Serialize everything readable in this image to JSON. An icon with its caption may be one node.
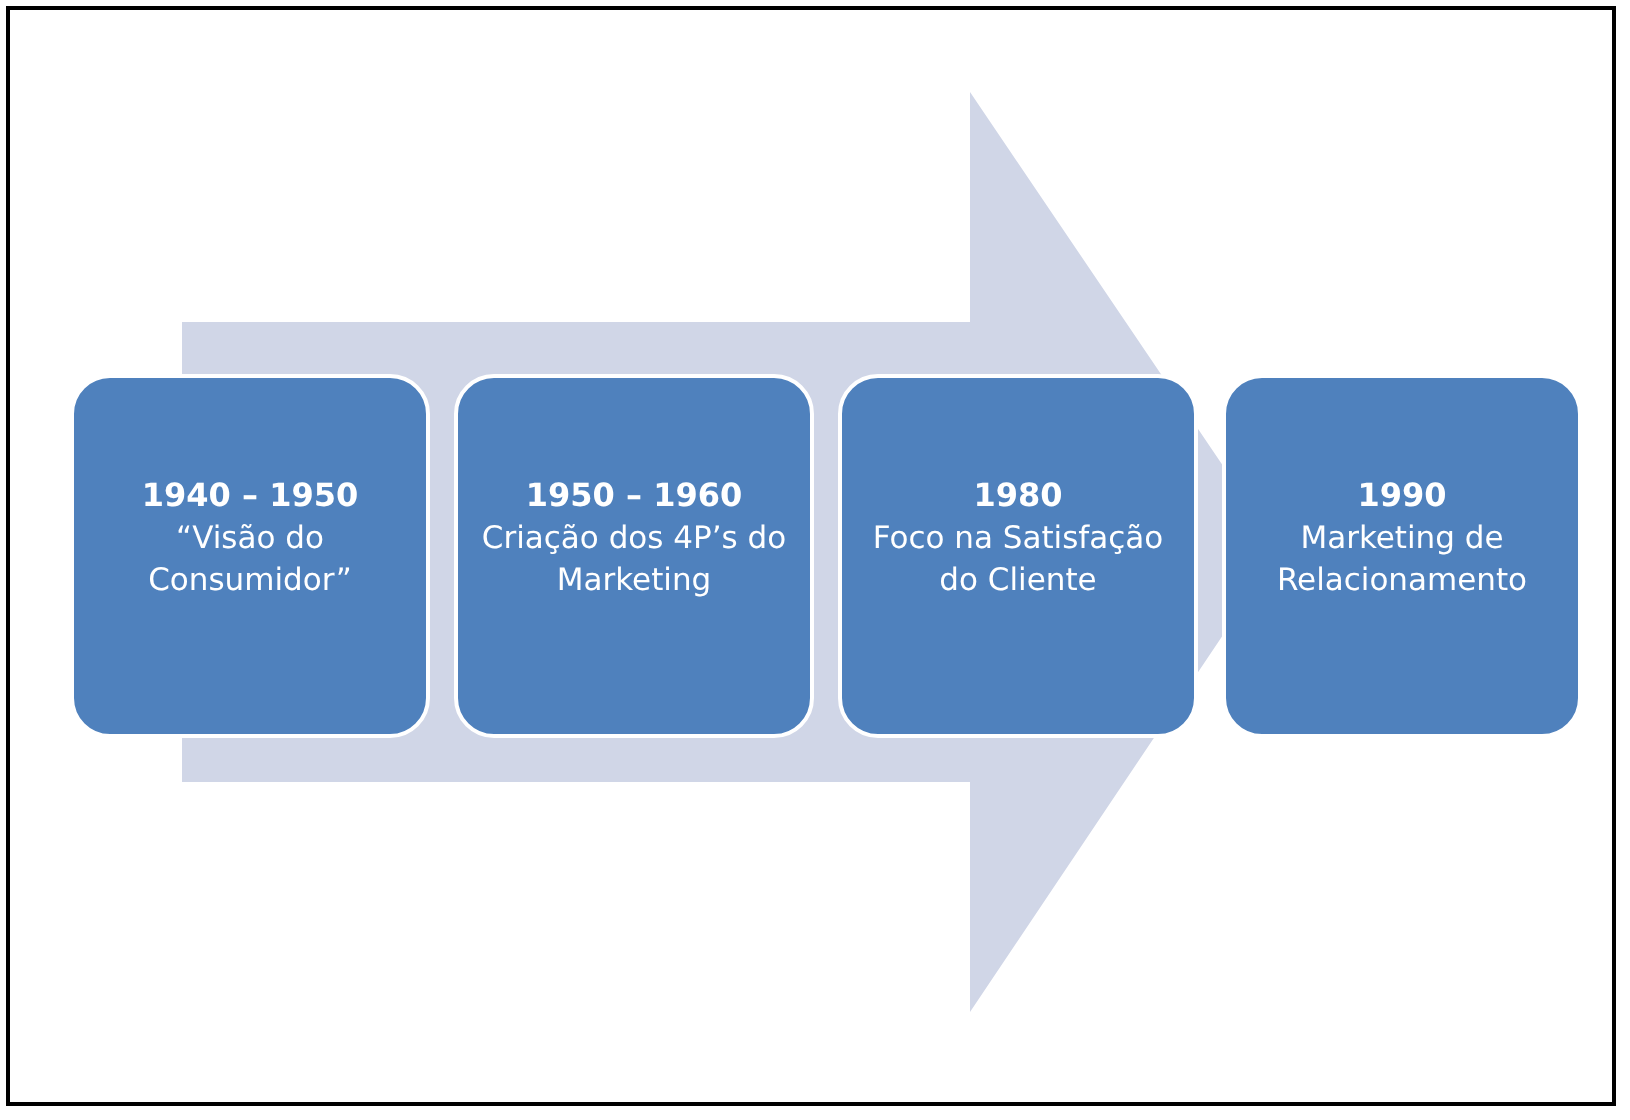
{
  "diagram": {
    "nodes": [
      {
        "text": [
          "1940 – 1950",
          "“Visão do Consumidor”"
        ]
      },
      {
        "text": [
          "1950 – 1960",
          "Criação dos 4P’s do Marketing"
        ]
      },
      {
        "text": [
          "1980",
          "Foco na Satisfação do Cliente"
        ]
      },
      {
        "text": [
          "1990",
          "Marketing de Relacionamento"
        ]
      }
    ],
    "edges": [
      {
        "from": 0,
        "to": 3,
        "arrow": "to"
      }
    ]
  }
}
